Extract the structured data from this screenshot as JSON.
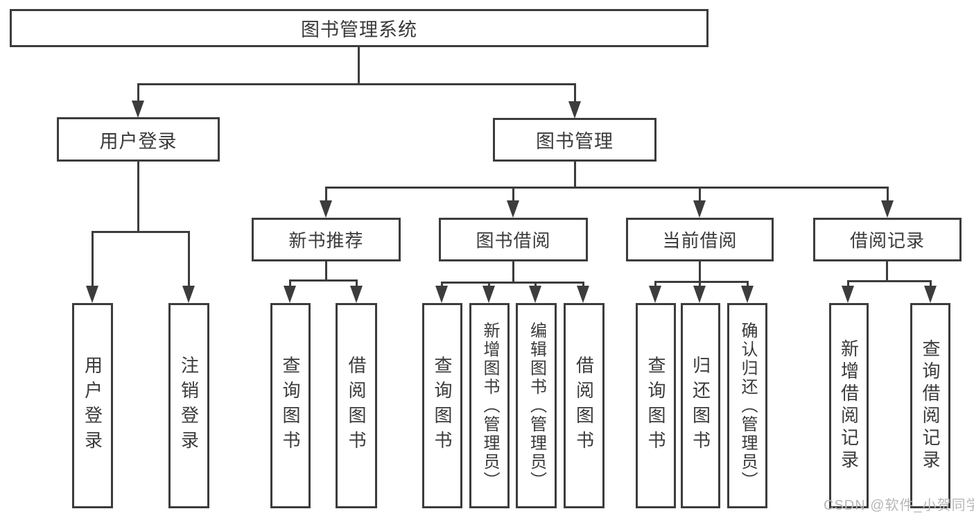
{
  "diagram_title": "图书管理系统",
  "colors": {
    "background": "#ffffff",
    "line": "#3c3c3c",
    "text": "#3a3a3a",
    "watermark": "#b7b7b7"
  },
  "tree": {
    "root": {
      "label": "图书管理系统"
    },
    "branches": [
      {
        "label": "用户登录",
        "children": [
          {
            "label": "用户登录"
          },
          {
            "label": "注销登录"
          }
        ]
      },
      {
        "label": "图书管理",
        "children": [
          {
            "label": "新书推荐",
            "children": [
              {
                "label": "查询图书"
              },
              {
                "label": "借阅图书"
              }
            ]
          },
          {
            "label": "图书借阅",
            "children": [
              {
                "label": "查询图书"
              },
              {
                "label": "新增图书（管理员）"
              },
              {
                "label": "编辑图书（管理员）"
              },
              {
                "label": "借阅图书"
              }
            ]
          },
          {
            "label": "当前借阅",
            "children": [
              {
                "label": "查询图书"
              },
              {
                "label": "归还图书"
              },
              {
                "label": "确认归还（管理员）"
              }
            ]
          },
          {
            "label": "借阅记录",
            "children": [
              {
                "label": "新增借阅记录"
              },
              {
                "label": "查询借阅记录"
              }
            ]
          }
        ]
      }
    ]
  },
  "watermark": {
    "text": "CSDN @软件_小贺同学"
  }
}
